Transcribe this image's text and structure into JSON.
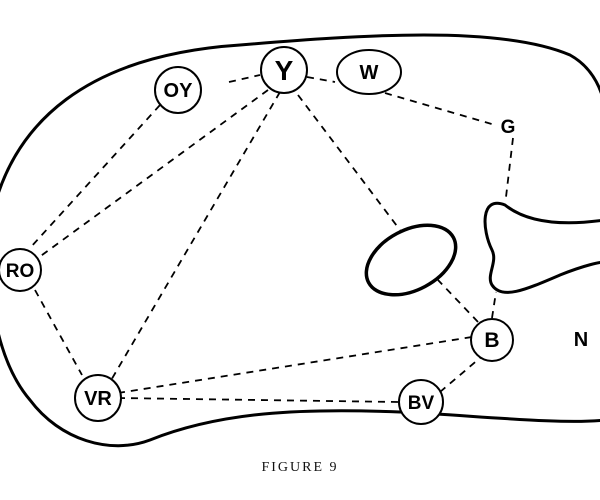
{
  "figure": {
    "caption": "FIGURE 9"
  },
  "nodes": {
    "Y": "Y",
    "OY": "OY",
    "W": "W",
    "G": "G",
    "RO": "RO",
    "VR": "VR",
    "B": "B",
    "BV": "BV",
    "N": "N"
  },
  "colors": {
    "stroke": "#000000",
    "background": "#ffffff"
  }
}
